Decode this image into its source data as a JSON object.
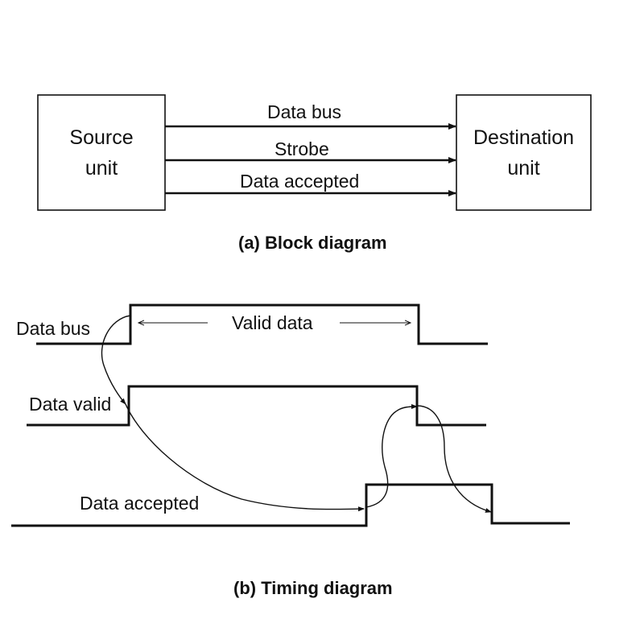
{
  "block_diagram": {
    "source": {
      "line1": "Source",
      "line2": "unit"
    },
    "destination": {
      "line1": "Destination",
      "line2": "unit"
    },
    "signals": [
      "Data bus",
      "Strobe",
      "Data accepted"
    ],
    "caption": "(a) Block diagram"
  },
  "timing_diagram": {
    "signals": [
      "Data bus",
      "Data valid",
      "Data accepted"
    ],
    "valid_data_label": "Valid data",
    "caption": "(b) Timing diagram"
  },
  "colors": {
    "stroke": "#111111",
    "background": "#ffffff"
  }
}
